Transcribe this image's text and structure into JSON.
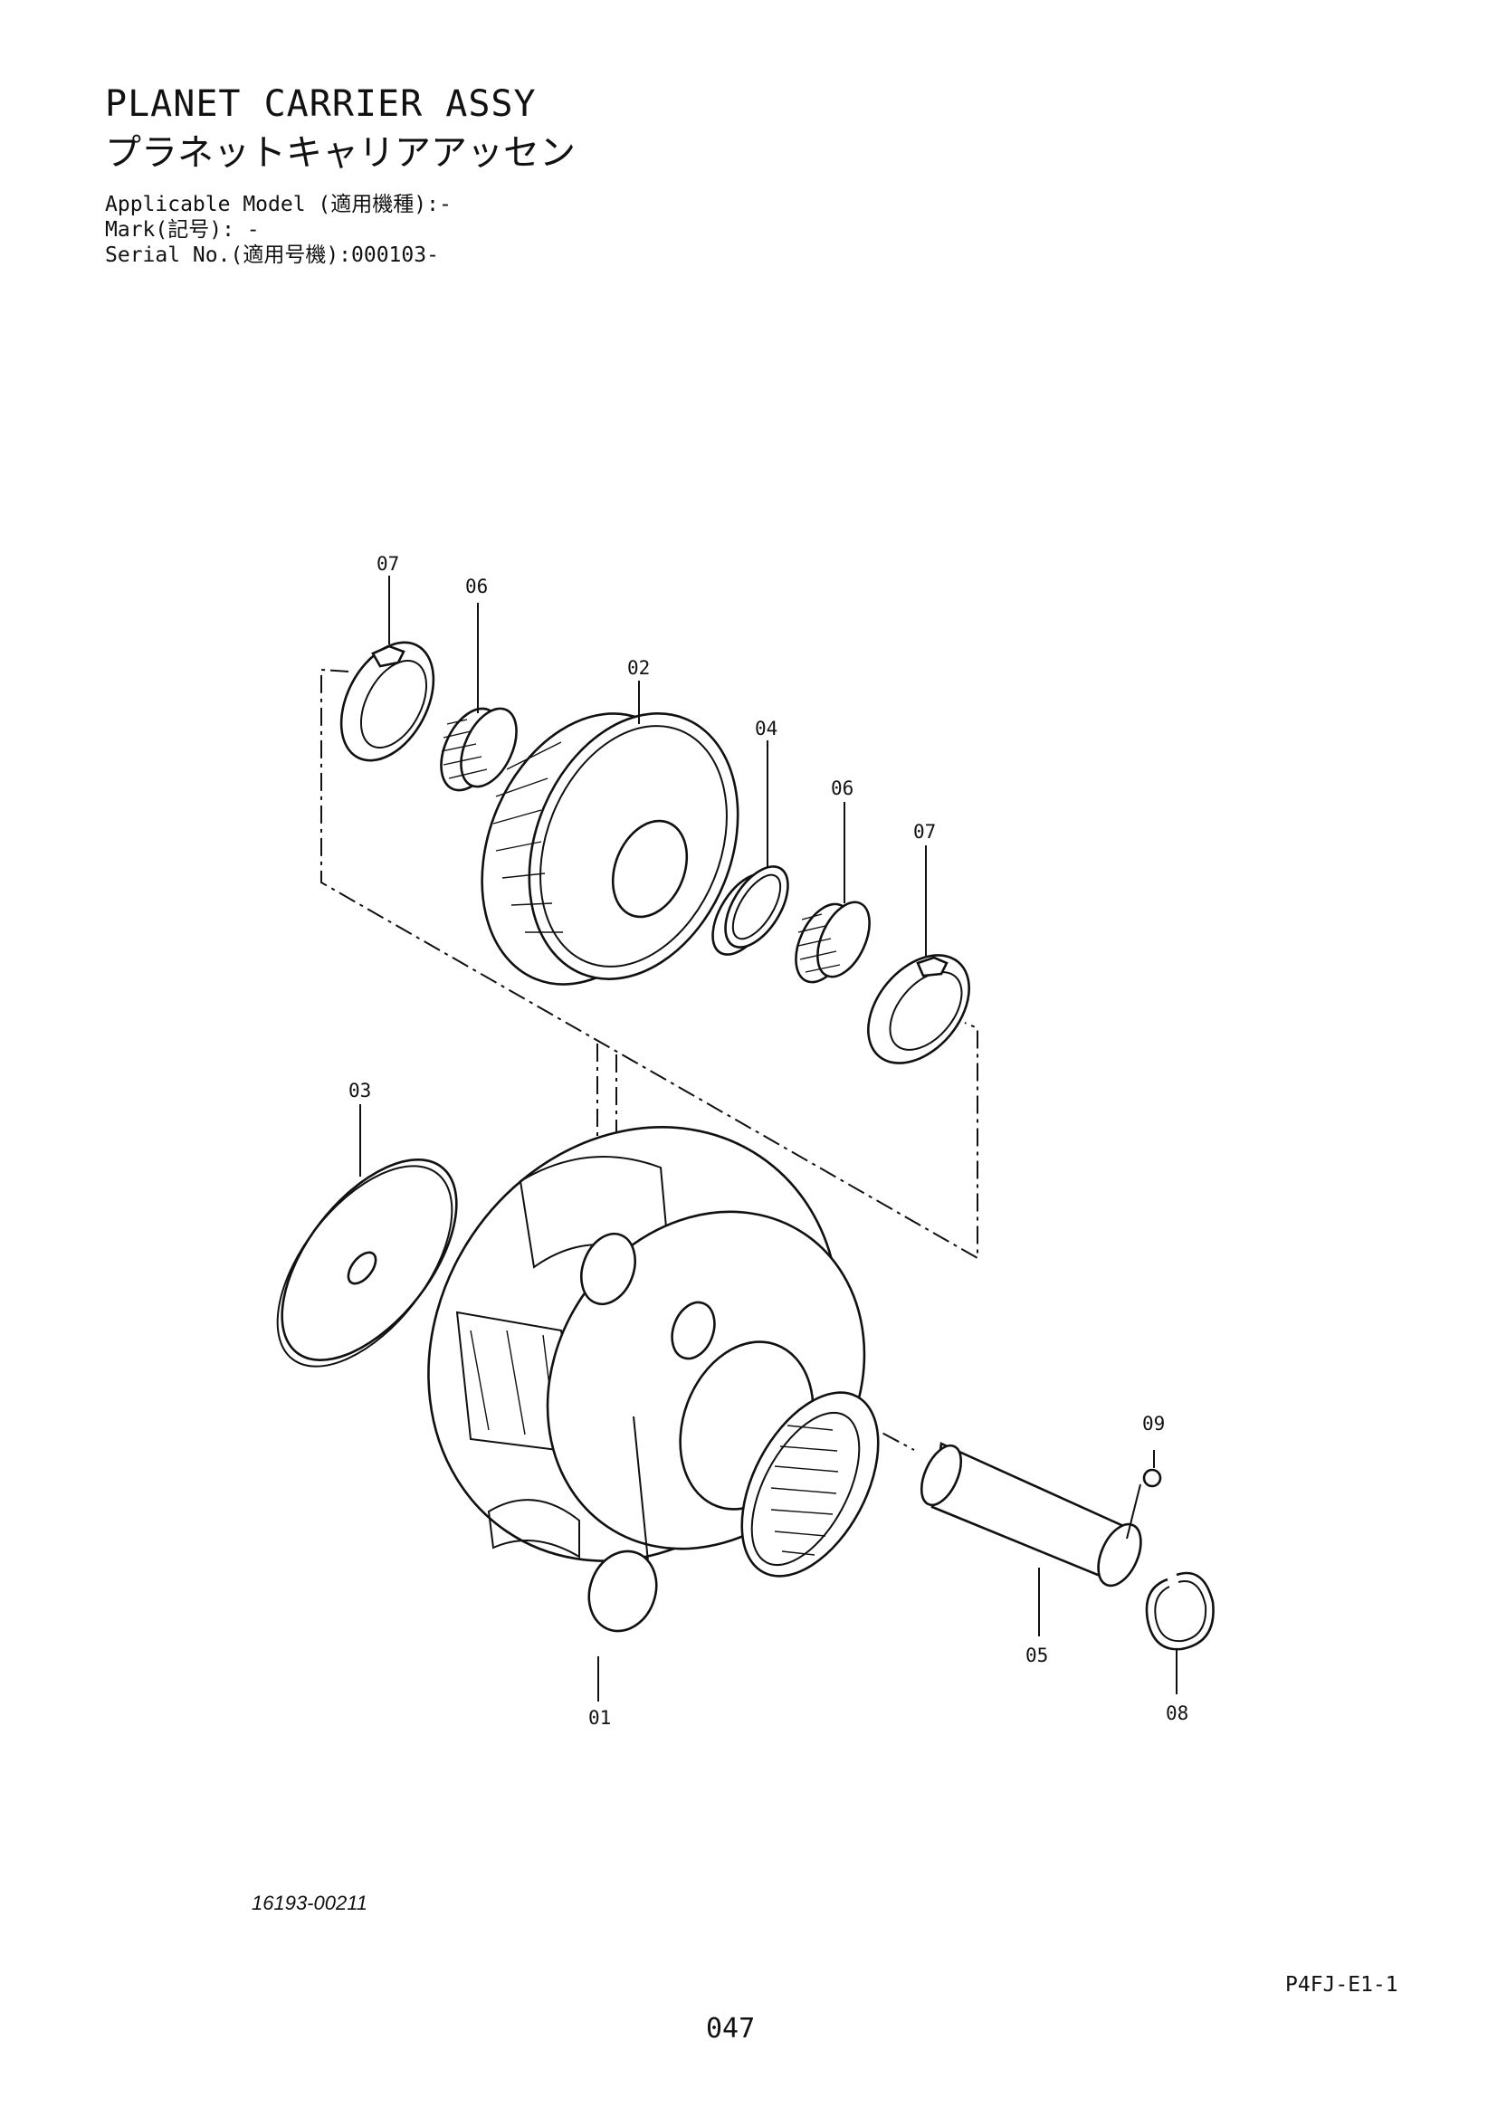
{
  "header": {
    "title_en": "PLANET CARRIER ASSY",
    "title_jp": "プラネットキャリアアッセン",
    "applicable_model": "Applicable Model (適用機種):-",
    "mark": "Mark(記号): -",
    "serial_no": "Serial No.(適用号機):000103-"
  },
  "callouts": {
    "p01": "01",
    "p02": "02",
    "p03": "03",
    "p04": "04",
    "p05": "05",
    "p06_upper": "06",
    "p06_lower": "06",
    "p07_upper": "07",
    "p07_lower": "07",
    "p08": "08",
    "p09": "09"
  },
  "footer": {
    "drawing_number": "16193-00211",
    "page_code": "P4FJ-E1-1",
    "page_number": "047"
  }
}
